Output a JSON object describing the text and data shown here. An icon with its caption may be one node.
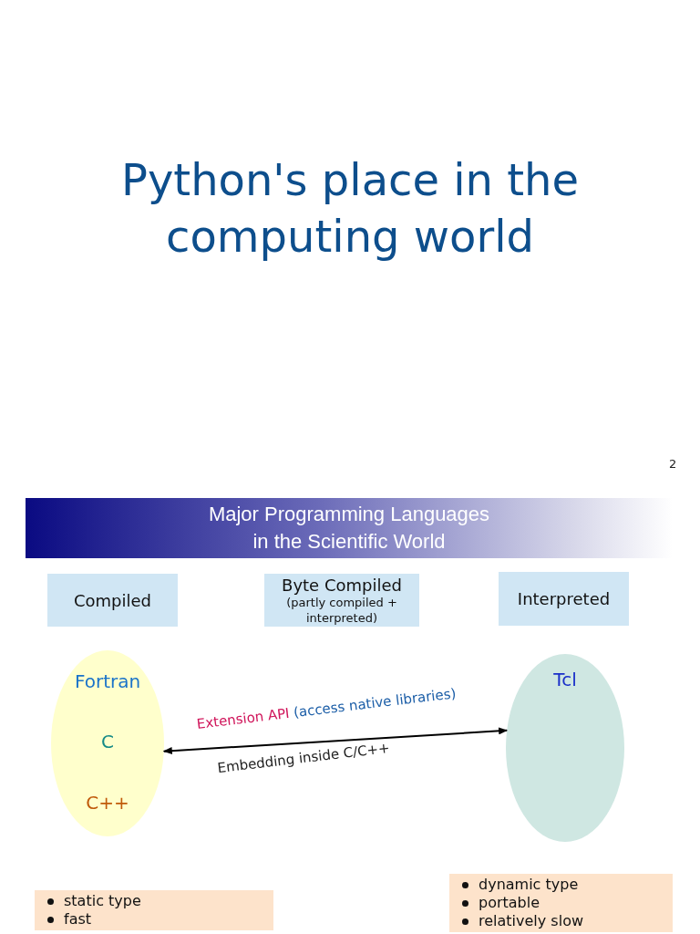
{
  "diagram": {
    "title": "Python's place in the computing world",
    "nodes": [
      {
        "text": [
          "Major Programming Languages in the Scientific World"
        ]
      },
      {
        "text": [
          "Compiled"
        ]
      },
      {
        "text": [
          "Byte Compiled",
          "(partly compiled + interpreted)"
        ]
      },
      {
        "text": [
          "Interpreted"
        ]
      },
      {
        "text": [
          "Fortran",
          "C",
          "C++"
        ]
      },
      {
        "text": [
          "Tcl"
        ]
      },
      {
        "text": [
          "static type",
          "fast"
        ]
      },
      {
        "text": [
          "dynamic type",
          "portable",
          "relatively slow"
        ]
      }
    ],
    "edges": [
      {
        "from": 4,
        "to": 5,
        "arrow": "both",
        "label": "Extension API (access native libraries)"
      }
    ],
    "labels": [
      "2",
      "Embedding inside C/C++"
    ]
  }
}
